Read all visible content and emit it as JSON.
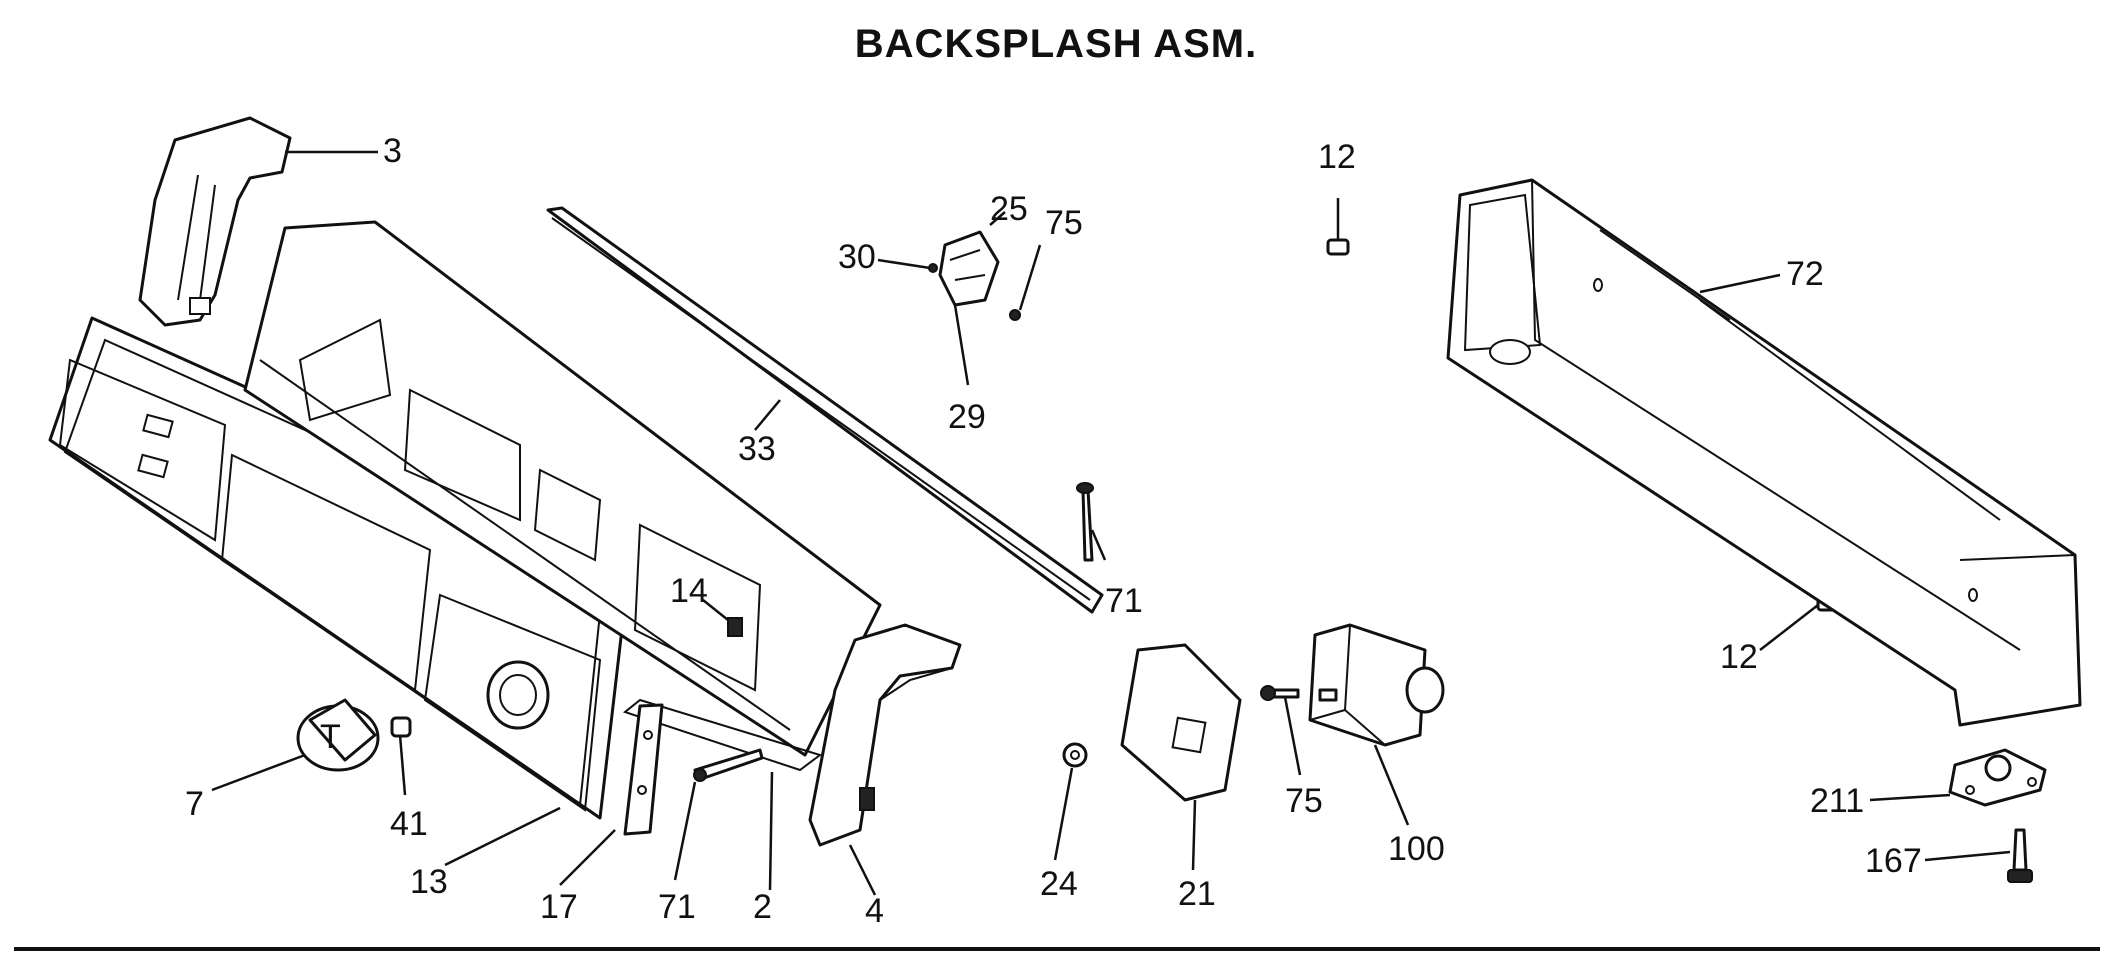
{
  "title": "BACKSPLASH ASM.",
  "colors": {
    "ink": "#111111",
    "paper": "#ffffff"
  },
  "callouts": {
    "c3": "3",
    "c12a": "12",
    "c25": "25",
    "c75a": "75",
    "c30": "30",
    "c72": "72",
    "c33": "33",
    "c29": "29",
    "c14": "14",
    "c71a": "71",
    "c12b": "12",
    "c7": "7",
    "c41": "41",
    "c13": "13",
    "c17": "17",
    "c71b": "71",
    "c2": "2",
    "c4": "4",
    "c24": "24",
    "c21": "21",
    "c75b": "75",
    "c100": "100",
    "c211": "211",
    "c167": "167"
  }
}
